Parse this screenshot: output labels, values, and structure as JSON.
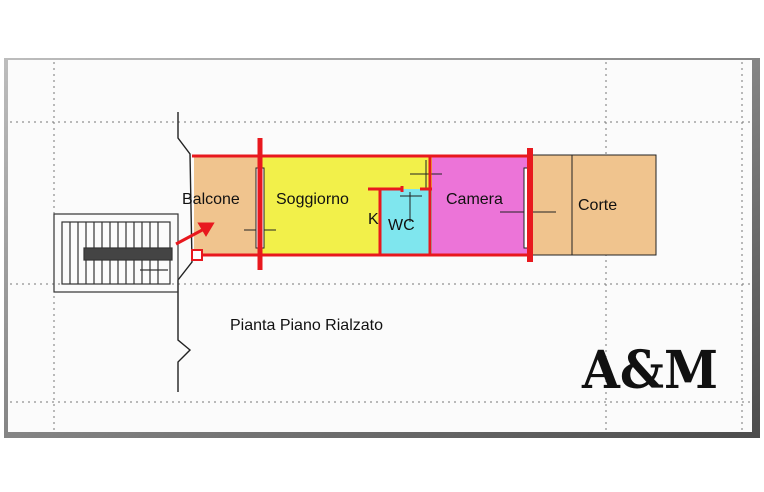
{
  "plan": {
    "title": "Pianta Piano Rialzato",
    "rooms": {
      "balcone": "Balcone",
      "soggiorno": "Soggiorno",
      "k": "K",
      "wc": "WC",
      "camera": "Camera",
      "corte": "Corte"
    }
  },
  "logo": {
    "text": "A&M"
  },
  "colors": {
    "balcone": "#f0c48e",
    "soggiorno": "#f2f04a",
    "wc": "#7fe6ee",
    "camera": "#ec74d8",
    "corte": "#f0c48e",
    "wall": "#e8181e",
    "frame": "#6a6a6a"
  }
}
